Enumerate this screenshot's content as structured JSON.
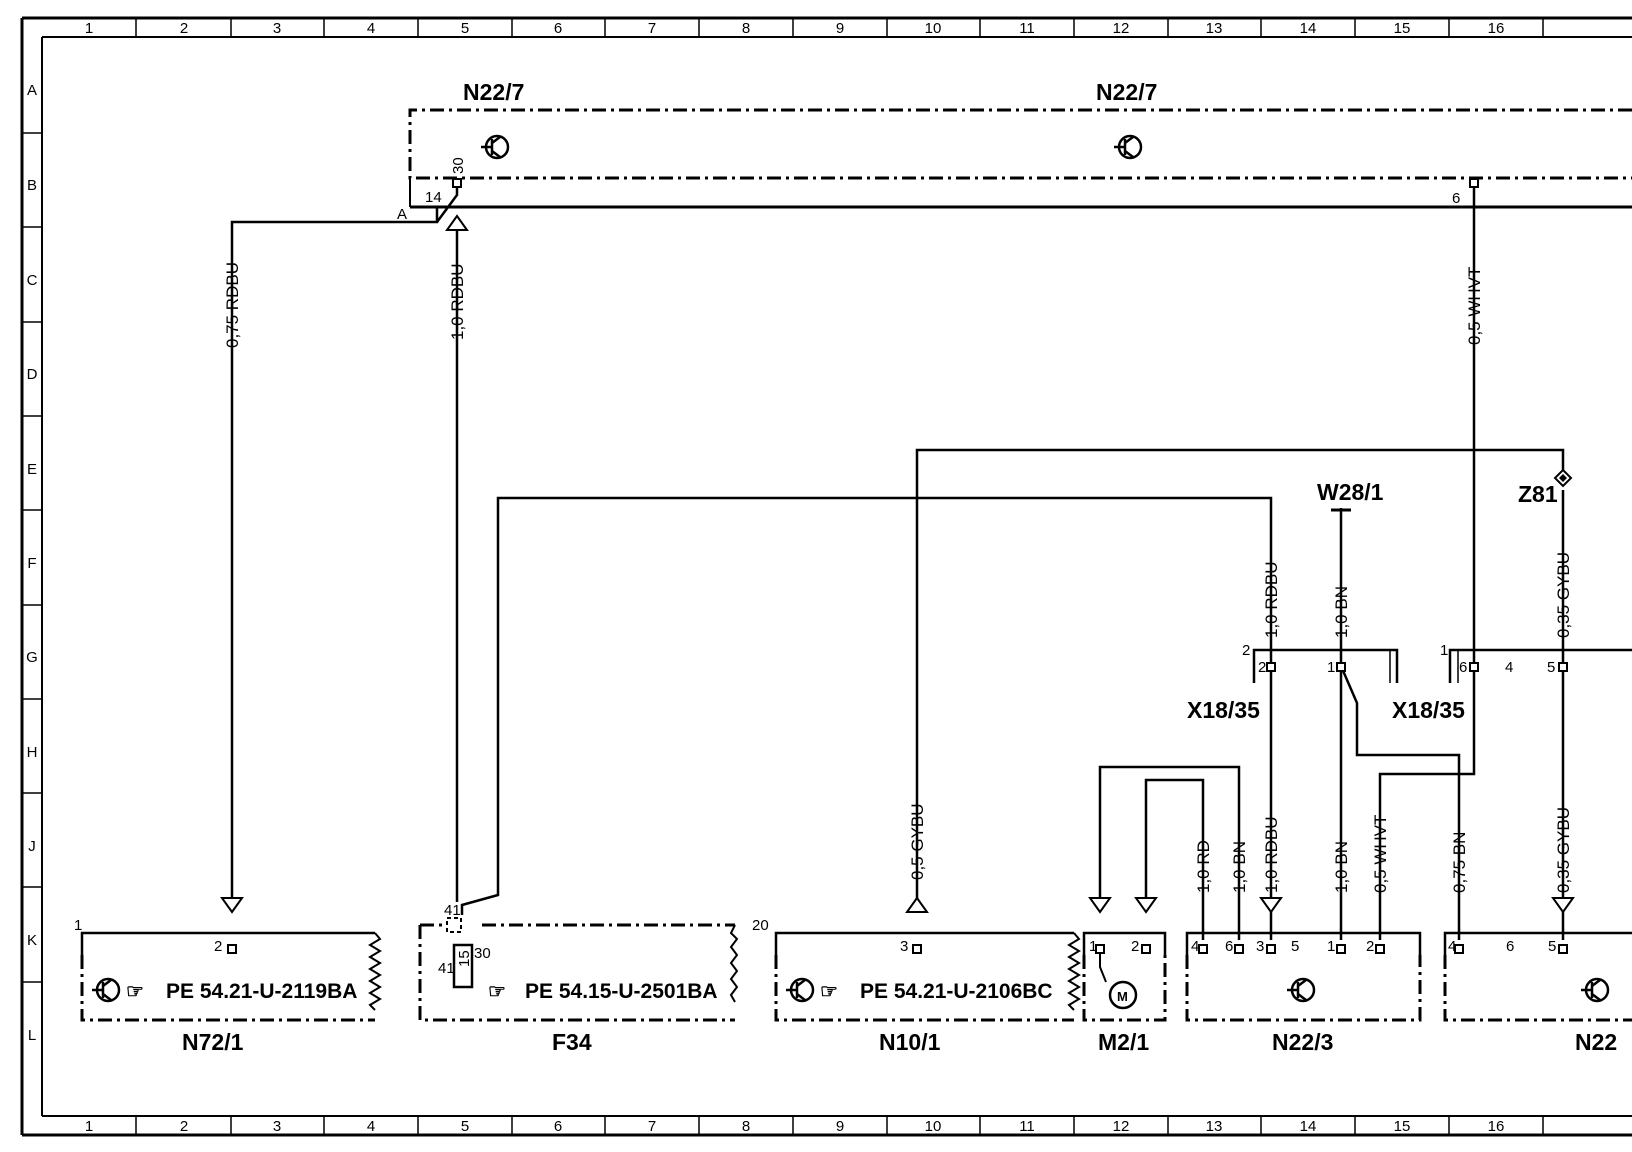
{
  "grid": {
    "columns": [
      "1",
      "2",
      "3",
      "4",
      "5",
      "6",
      "7",
      "8",
      "9",
      "10",
      "11",
      "12",
      "13",
      "14",
      "15",
      "16"
    ],
    "rows": [
      "A",
      "B",
      "C",
      "D",
      "E",
      "F",
      "G",
      "H",
      "J",
      "K",
      "L"
    ]
  },
  "components": {
    "n22_7_left": "N22/7",
    "n22_7_right": "N22/7",
    "w28_1": "W28/1",
    "z81": "Z81",
    "x18_35_left": "X18/35",
    "x18_35_right": "X18/35",
    "n72_1": "N72/1",
    "f34": "F34",
    "n10_1": "N10/1",
    "m2_1": "M2/1",
    "n22_3": "N22/3",
    "n22_cut": "N22"
  },
  "references": {
    "n72_1": "PE 54.21-U-2119BA",
    "f34": "PE 54.15-U-2501BA",
    "n10_1": "PE 54.21-U-2106BC"
  },
  "wires": {
    "w_075_rdbu": "0,75 RDBU",
    "w_10_rdbu_top": "1,0 RDBU",
    "w_05_whvt_top": "0,5 WHVT",
    "w_10_rdbu_g": "1,0 RDBU",
    "w_10_bn_g": "1,0 BN",
    "w_035_gybu_g": "0,35 GYBU",
    "w_05_gybu": "0,5 GYBU",
    "w_10_rd": "1,0 RD",
    "w_10_bn_m": "1,0 BN",
    "w_10_rdbu_j": "1,0 RDBU",
    "w_10_bn_j": "1,0 BN",
    "w_05_whvt_j": "0,5 WHVT",
    "w_075_bn": "0,75 BN",
    "w_035_gybu_j": "0,35 GYBU"
  },
  "pins": {
    "p30": "30",
    "p14": "14",
    "pA": "A",
    "p6top": "6",
    "x_2": "2",
    "x_2b": "2",
    "x_1": "1",
    "x_1b": "1",
    "x_6": "6",
    "x_4": "4",
    "x_5": "5",
    "n72_1": "1",
    "n72_2": "2",
    "f34_41": "41",
    "f34_41b": "41",
    "f34_15": "15",
    "f34_30": "30",
    "n10_20": "20",
    "n10_3": "3",
    "m2_1": "1",
    "m2_2": "2",
    "n22_3_4": "4",
    "n22_3_6": "6",
    "n22_3_3": "3",
    "n22_3_5": "5",
    "n22_3_1": "1",
    "n22_3_2": "2",
    "n22c_4": "4",
    "n22c_6": "6",
    "n22c_5": "5"
  }
}
